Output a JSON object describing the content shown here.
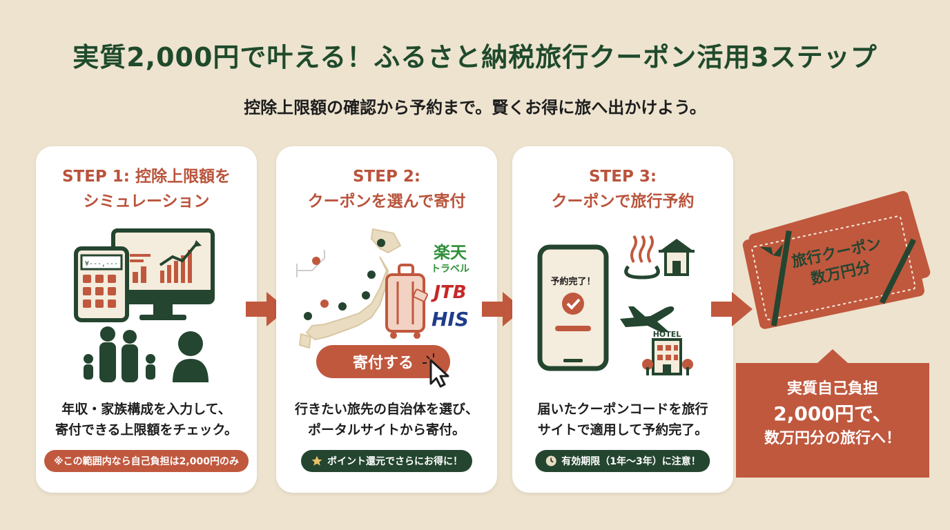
{
  "title": "実質2,000円で叶える！ふるさと納税旅行クーポン活用3ステップ",
  "subtitle": "控除上限額の確認から予約まで。賢くお得に旅へ出かけよう。",
  "steps": [
    {
      "title_line1": "STEP 1: 控除上限額を",
      "title_line2": "シミュレーション",
      "body_line1": "年収・家族構成を入力して、",
      "body_line2": "寄付できる上限額をチェック。",
      "note": "※この範囲内なら自己負担は2,000円のみ",
      "calc_display": "¥---,---"
    },
    {
      "title_line1": "STEP 2:",
      "title_line2": "クーポンを選んで寄付",
      "body_line1": "行きたい旅先の自治体を選び、",
      "body_line2": "ポータルサイトから寄付。",
      "note": "ポイント還元でさらにお得に！",
      "button_label": "寄付する",
      "brands": [
        "楽天",
        "トラベル",
        "JTB",
        "HIS"
      ]
    },
    {
      "title_line1": "STEP 3:",
      "title_line2": "クーポンで旅行予約",
      "body_line1": "届いたクーポンコードを旅行",
      "body_line2": "サイトで適用して予約完了。",
      "note": "有効期限（1年〜3年）に注意！",
      "phone_text": "予約完了！",
      "hotel_sign": "HOTEL"
    }
  ],
  "coupon": {
    "line1": "旅行クーポン",
    "line2": "数万円分"
  },
  "badge": {
    "line1": "実質自己負担",
    "line2": "2,000円で、",
    "line3": "数万円分の旅行へ！"
  },
  "colors": {
    "background": "#ede3cf",
    "green": "#1f4a2c",
    "terracotta": "#c0583e",
    "card": "#ffffff"
  }
}
